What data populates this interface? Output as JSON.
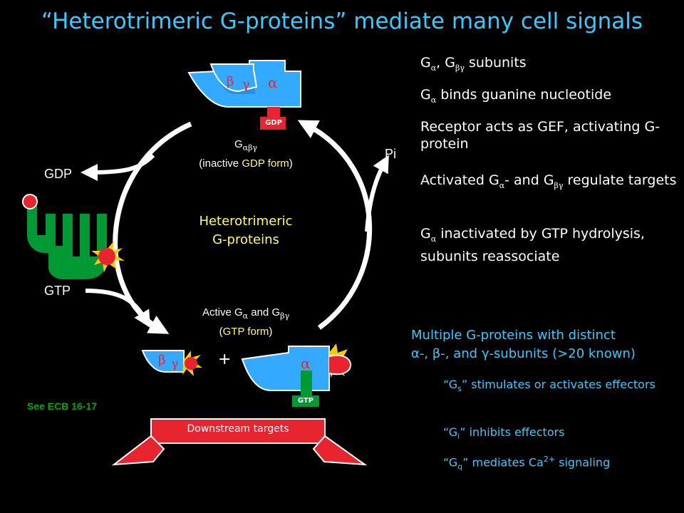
{
  "title": "“Heterotrimeric G-proteins” mediate many cell signals",
  "bullets": {
    "b1_g1": "G",
    "b1_a": "α",
    "b1_mid": ", G",
    "b1_bg": "βγ",
    "b1_rest": " subunits",
    "b2_g": "G",
    "b2_a": "α",
    "b2_rest": " binds guanine nucleotide",
    "b3": "Receptor acts as GEF, activating G-protein",
    "b4_g1": "Activated G",
    "b4_a": "α",
    "b4_mid": "- and G",
    "b4_bg": "βγ",
    "b4_rest": " regulate targets",
    "b5_g": "G",
    "b5_a": "α",
    "b5_rest": " inactivated by GTP hydrolysis, subunits reassociate"
  },
  "multiple": {
    "line1": "Multiple G-proteins with distinct",
    "line2": "α-, β-, and γ-subunits (>20 known)",
    "gs_pre": "“G",
    "gs_sub": "s",
    "gs_rest": "” stimulates or activates effectors",
    "gi_pre": "“G",
    "gi_sub": "i",
    "gi_rest": "” inhibits effectors",
    "gq_pre": "“G",
    "gq_sub": "q",
    "gq_mid": "” mediates Ca",
    "gq_sup": "2+",
    "gq_rest": " signaling"
  },
  "diagram": {
    "inactive_g": "G",
    "inactive_sub": "αβγ",
    "inactive_open": "(inactive ",
    "inactive_gdp": "GDP form",
    "inactive_close": ")",
    "center_1": "Heterotrimeric",
    "center_2": "G-proteins",
    "active_pre": "Active G",
    "active_a": "α",
    "active_mid": " and G",
    "active_bg": "βγ",
    "active_open": "(",
    "active_gtp": "GTP form",
    "active_close": ")",
    "gdp_left": "GDP",
    "gtp_left": "GTP",
    "pi": "Pi",
    "plus": "+",
    "see_ecb": "See ECB 16-17",
    "downstream": "Downstream targets",
    "gdp_tag": "GDP",
    "gtp_tag": "GTP",
    "beta": "β",
    "gamma": "γ",
    "alpha": "α"
  },
  "colors": {
    "title": "#33ccff",
    "protein": "#33aaff",
    "receptor": "#009933",
    "red": "#e8252e",
    "yellow": "#ffff66",
    "see_ecb": "#00aa00"
  }
}
